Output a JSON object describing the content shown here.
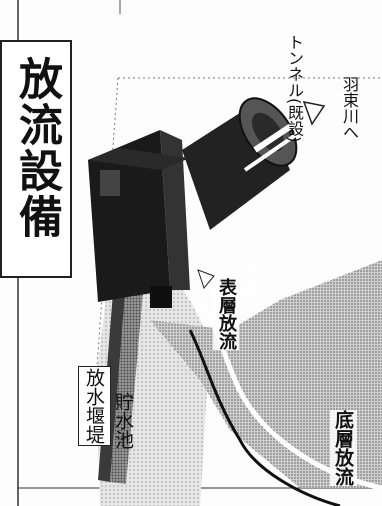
{
  "title": "放流設備",
  "labels": {
    "dam": "放水堰堤",
    "reservoir": "貯水池",
    "surface_outlet": "表層放流",
    "bottom_outlet": "底層放流",
    "surface_outlet_lower": "表層放流",
    "tunnel": "トンネル(既設)",
    "river": "羽束川へ"
  },
  "colors": {
    "structure": "#1a1a1a",
    "water": "#a8a8a8",
    "background": "#fdfdfd"
  }
}
